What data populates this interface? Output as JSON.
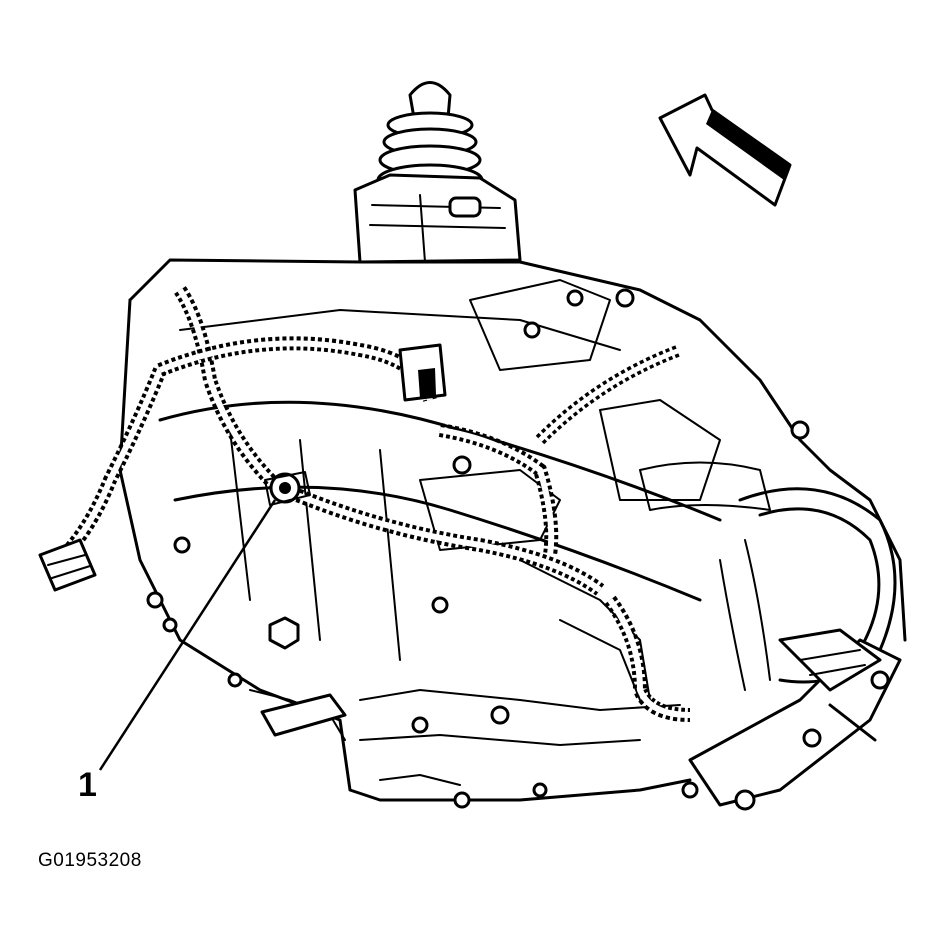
{
  "diagram": {
    "callout_number": "1",
    "figure_id": "G01953208",
    "icons": {
      "front_arrow": "direction-arrow-icon",
      "callout_leader": "leader-line"
    }
  }
}
